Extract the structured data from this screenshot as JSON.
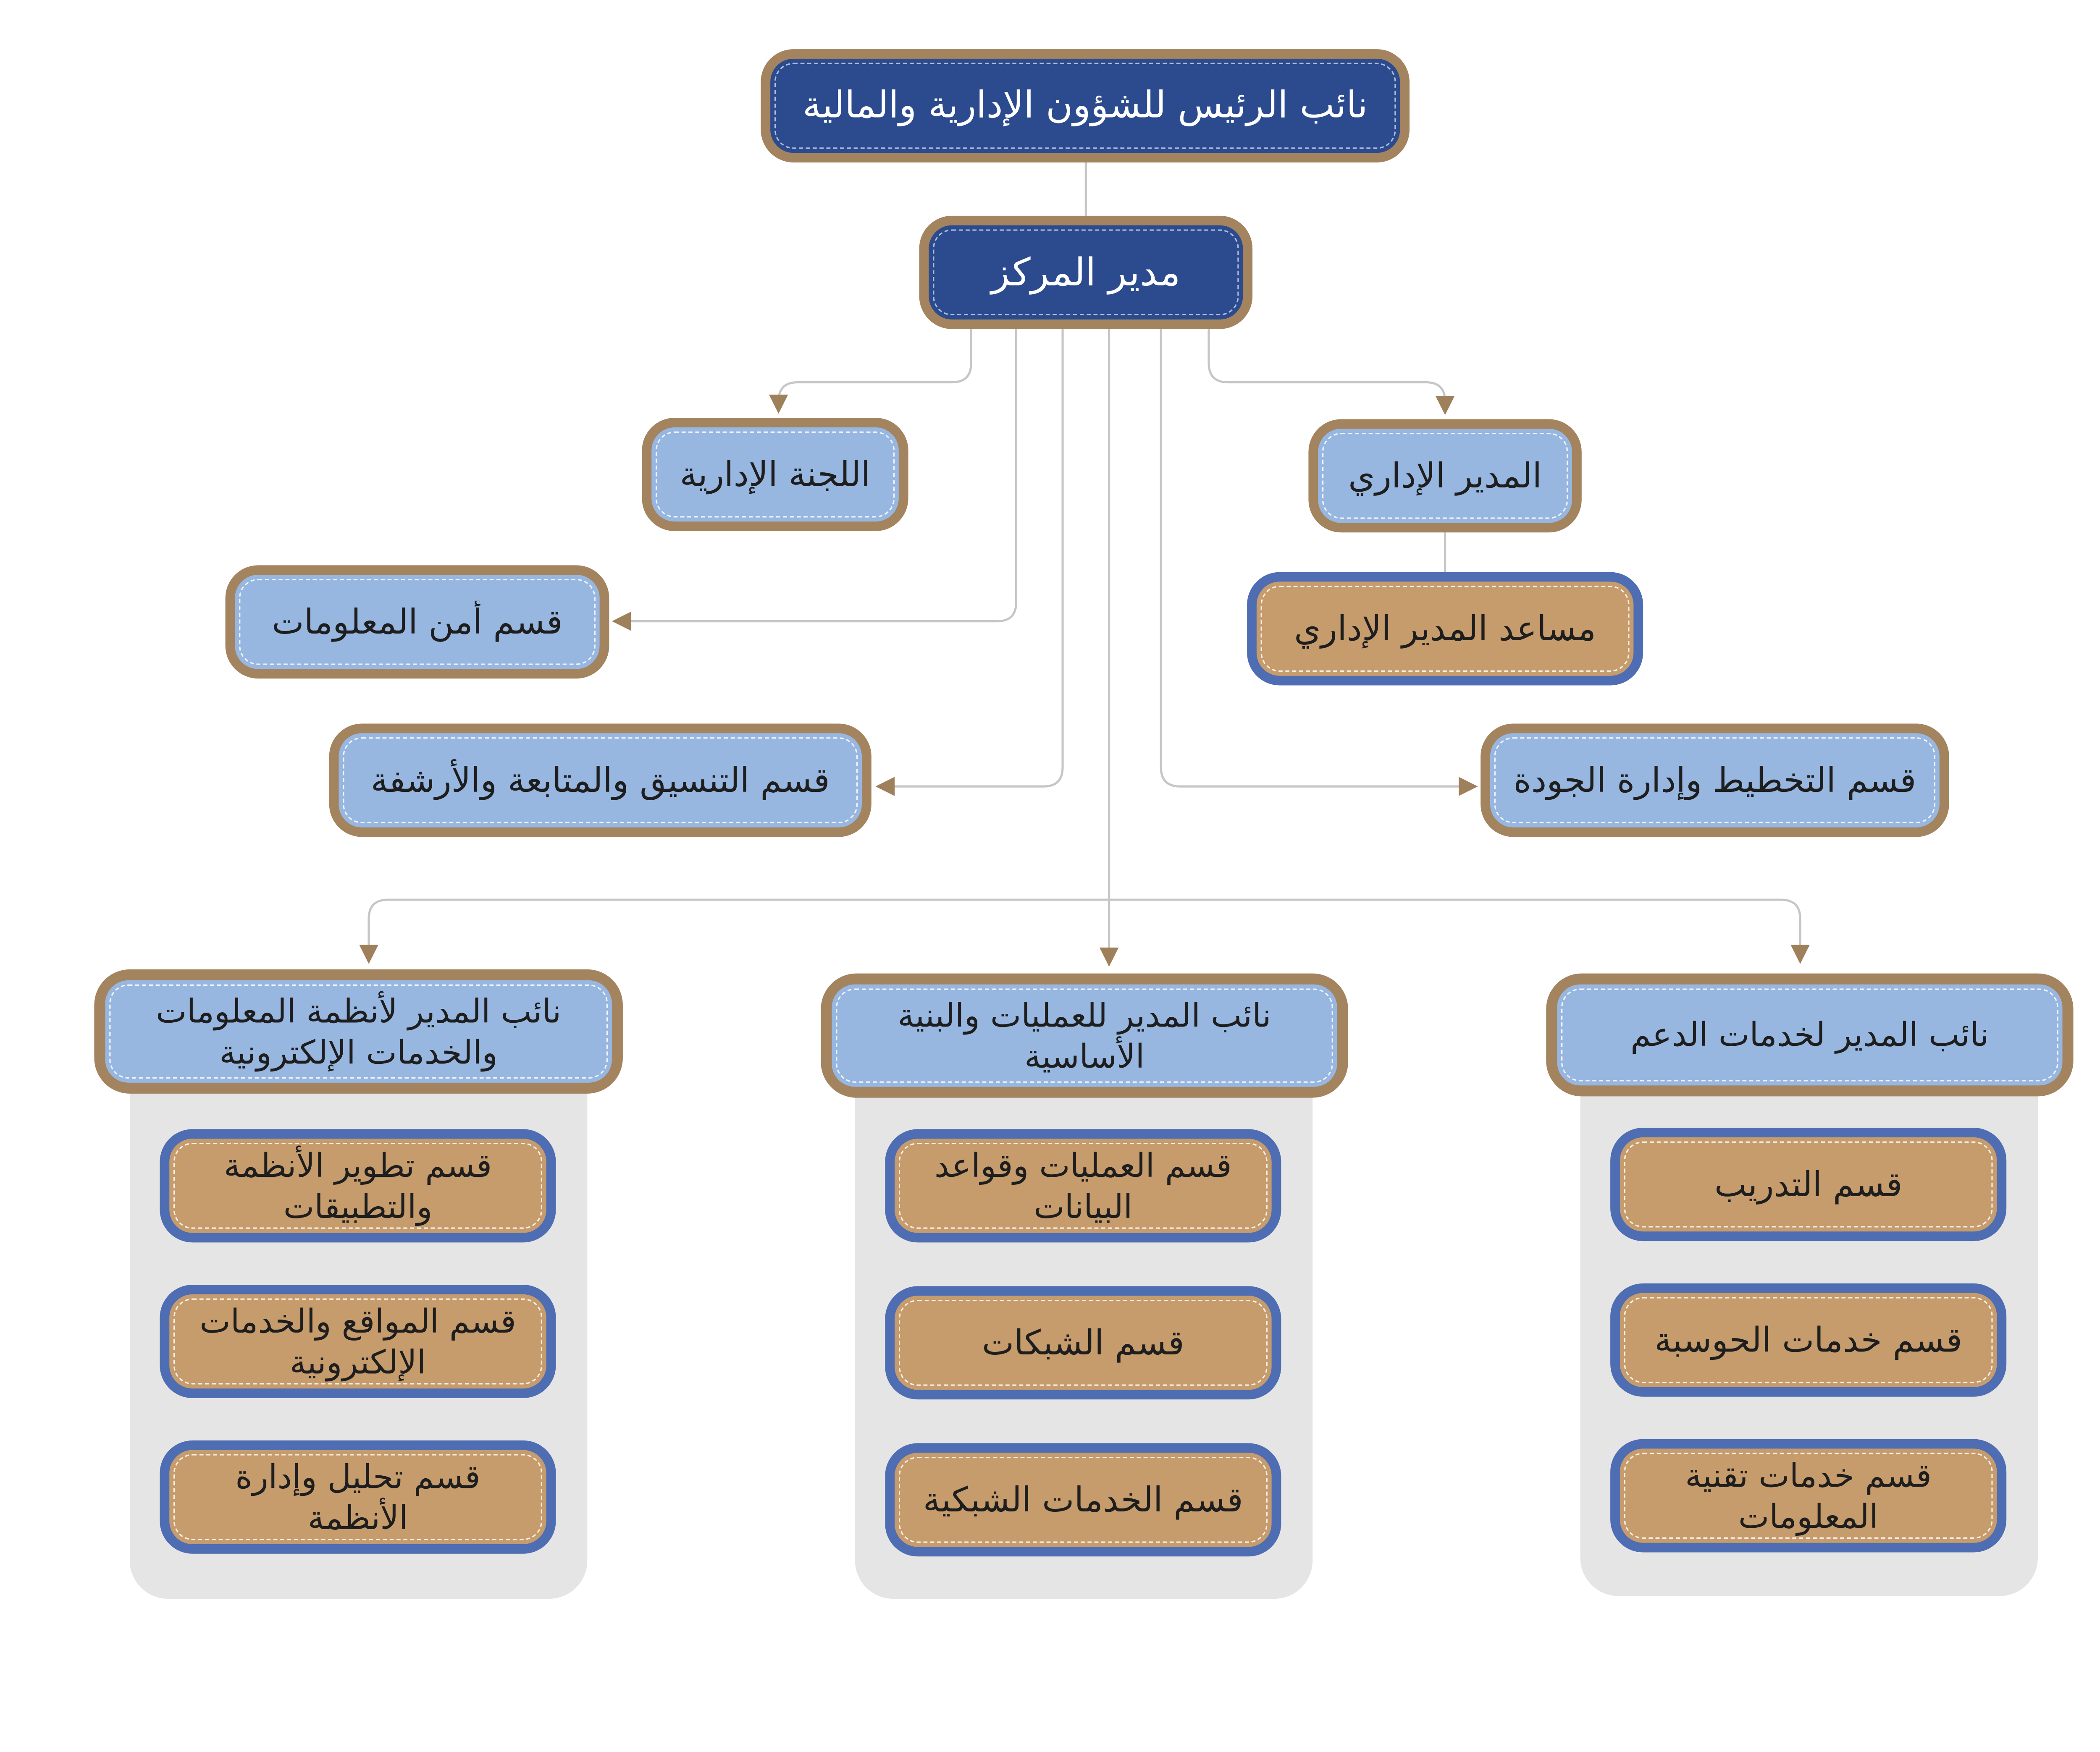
{
  "colors": {
    "navy": "#2c4b8e",
    "light_blue": "#97b7e1",
    "tan_ring": "#a3845f",
    "tan_fill": "#c69c6d",
    "blue_ring": "#4e6db3",
    "connector": "#c6c6c6",
    "arrow": "#9e805b",
    "panel": "#e5e5e5",
    "background": "#ffffff"
  },
  "org": {
    "vice_president": {
      "label": "نائب الرئيس للشؤون الإدارية والمالية"
    },
    "director": {
      "label": "مدير المركز"
    },
    "administrative_committee": {
      "label": "اللجنة الإدارية"
    },
    "administrative_manager": {
      "label": "المدير الإداري",
      "assistant": {
        "label": "مساعد المدير الإداري"
      }
    },
    "information_security": {
      "label": "قسم أمن المعلومات"
    },
    "coordination_archiving": {
      "label": "قسم التنسيق والمتابعة والأرشفة"
    },
    "planning_quality": {
      "label": "قسم التخطيط وإدارة الجودة"
    },
    "deputies": [
      {
        "label": "نائب المدير لأنظمة المعلومات\nوالخدمات الإلكترونية",
        "departments": [
          {
            "label": "قسم تطوير الأنظمة\nوالتطبيقات"
          },
          {
            "label": "قسم المواقع والخدمات\nالإلكترونية"
          },
          {
            "label": "قسم تحليل وإدارة\nالأنظمة"
          }
        ]
      },
      {
        "label": "نائب المدير للعمليات والبنية\nالأساسية",
        "departments": [
          {
            "label": "قسم العمليات وقواعد\nالبيانات"
          },
          {
            "label": "قسم الشبكات"
          },
          {
            "label": "قسم الخدمات الشبكية"
          }
        ]
      },
      {
        "label": "نائب المدير لخدمات الدعم",
        "departments": [
          {
            "label": "قسم التدريب"
          },
          {
            "label": "قسم خدمات الحوسبة"
          },
          {
            "label": "قسم خدمات تقنية\nالمعلومات"
          }
        ]
      }
    ]
  }
}
